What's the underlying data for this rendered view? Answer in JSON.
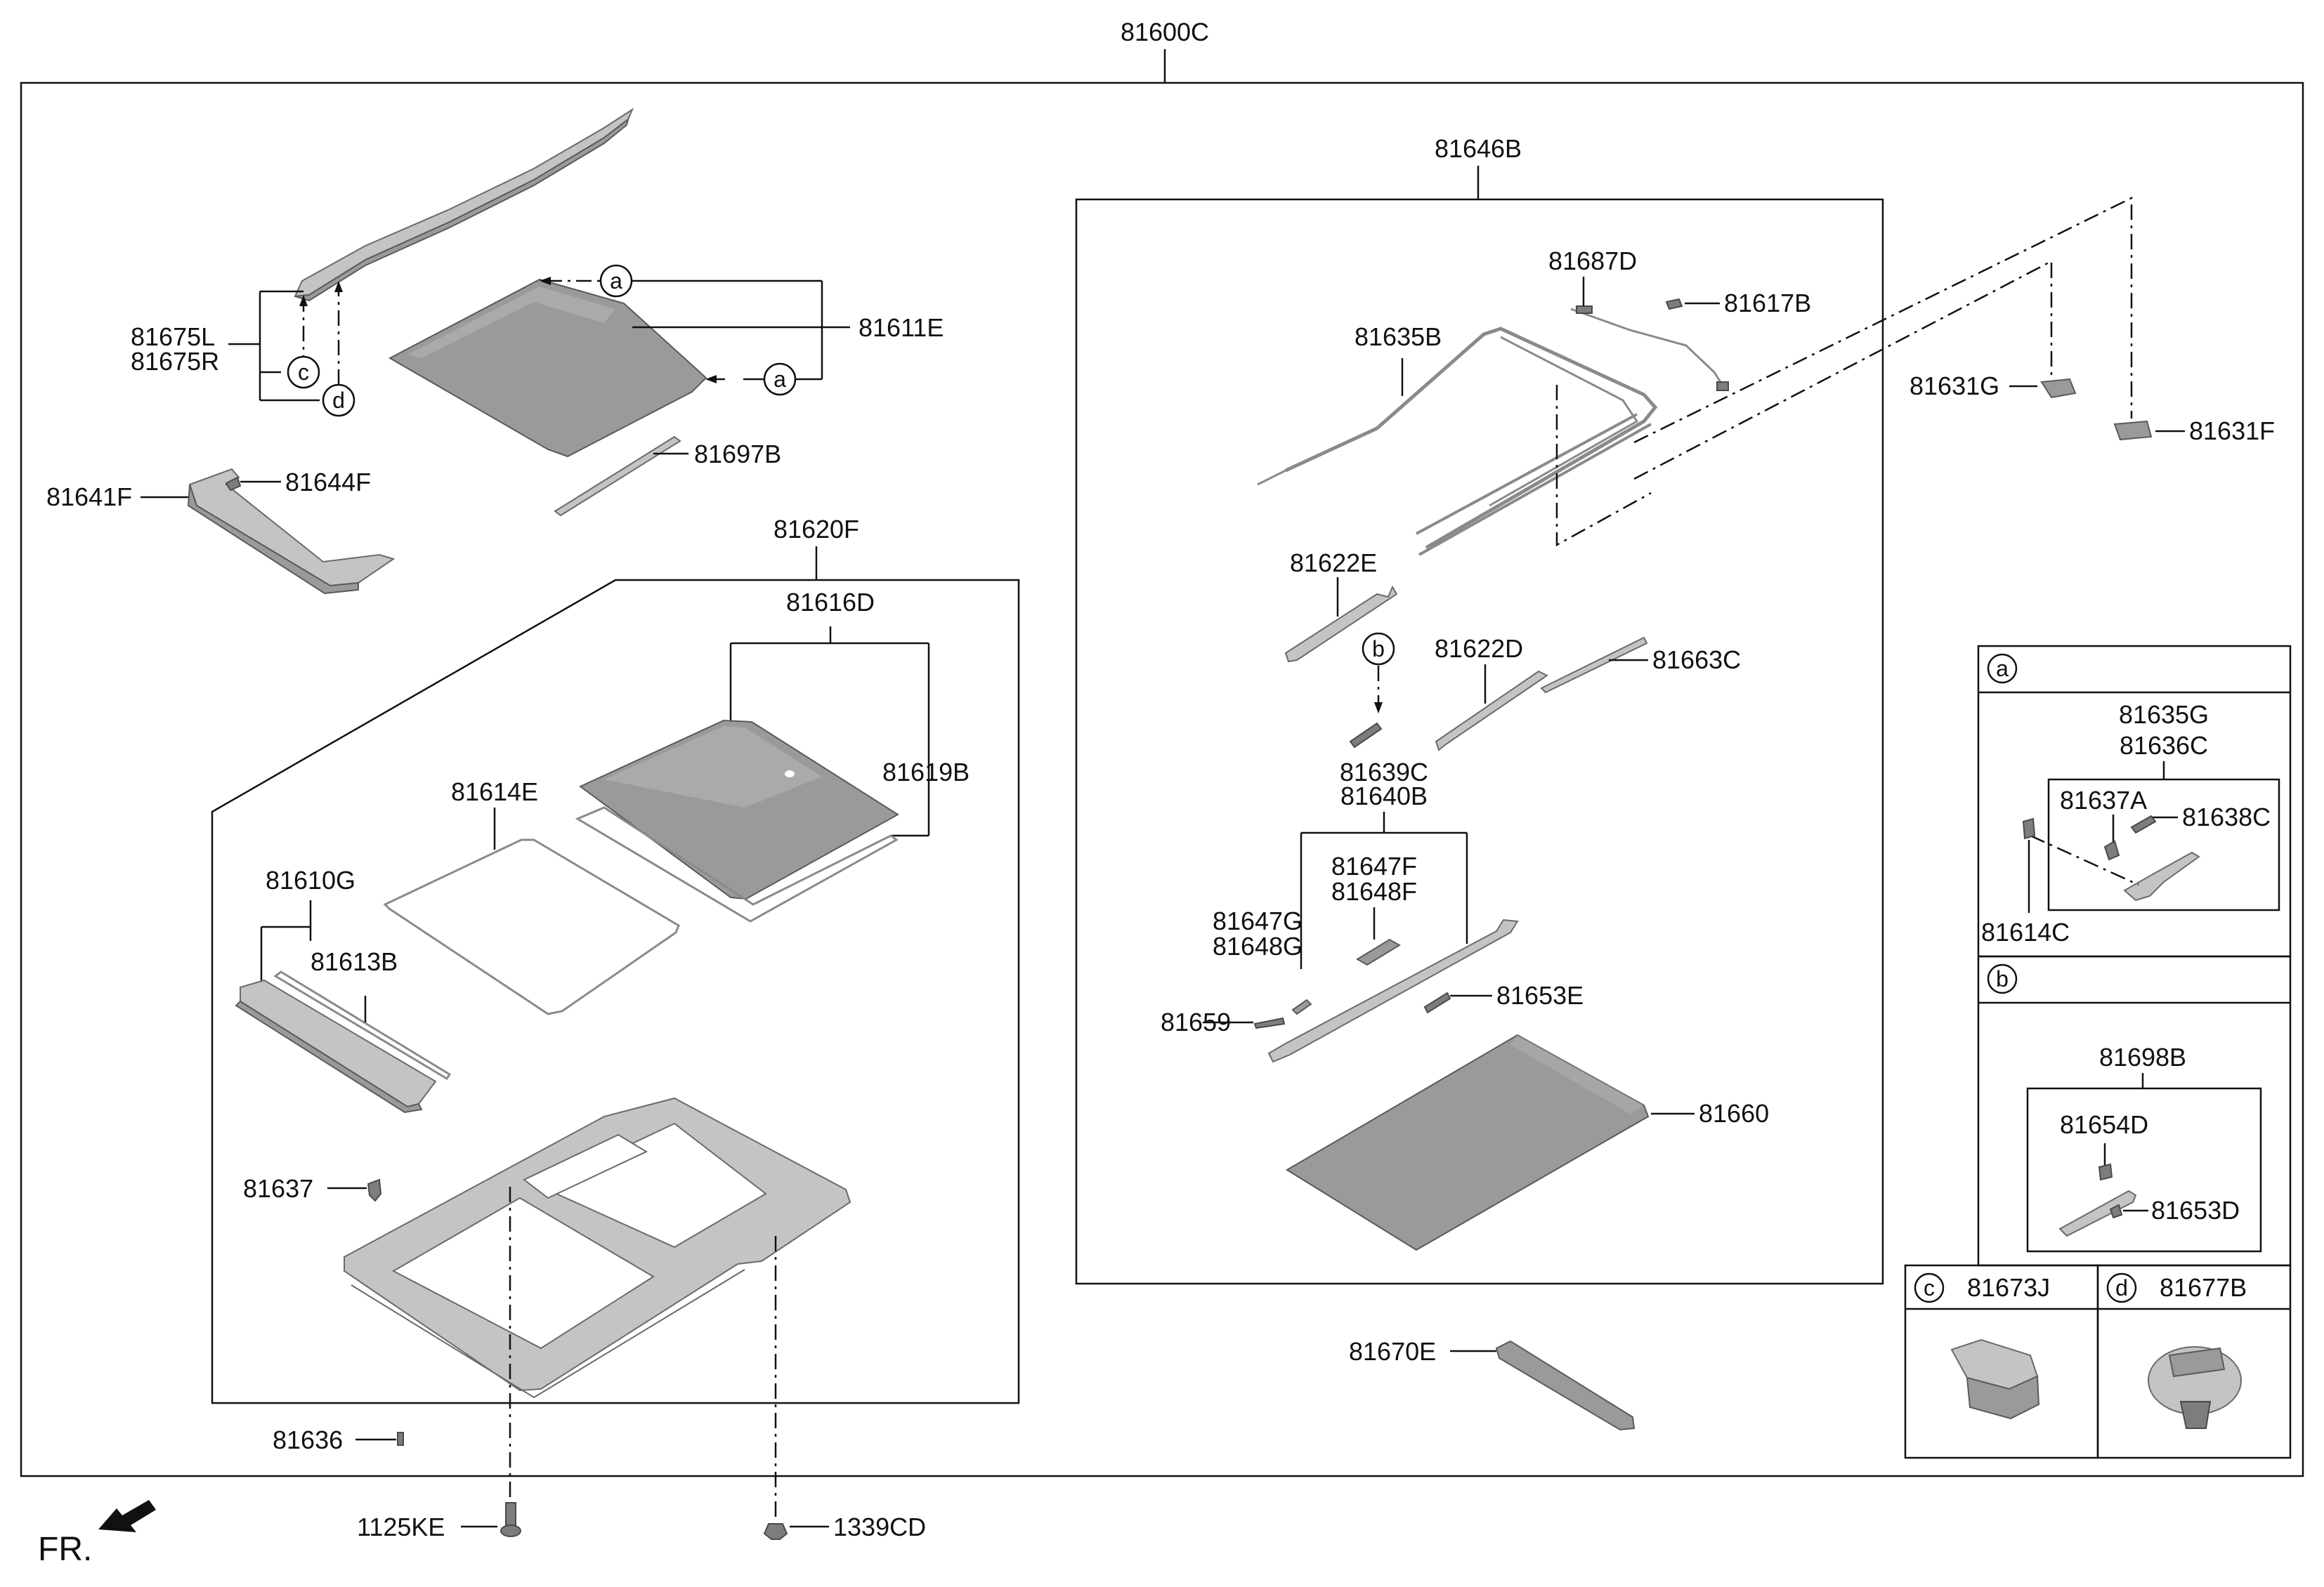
{
  "labels": {
    "top": "81600C",
    "p81646B": "81646B",
    "p81687D": "81687D",
    "p81617B": "81617B",
    "p81635B": "81635B",
    "p81631G": "81631G",
    "p81631F": "81631F",
    "p81675L": "81675L",
    "p81675R": "81675R",
    "p81611E": "81611E",
    "p81697B": "81697B",
    "p81641F": "81641F",
    "p81644F": "81644F",
    "p81620F": "81620F",
    "p81616D": "81616D",
    "p81619B": "81619B",
    "p81614E": "81614E",
    "p81610G": "81610G",
    "p81613B": "81613B",
    "p81637": "81637",
    "p81636": "81636",
    "p1125KE": "1125KE",
    "p1339CD": "1339CD",
    "p81622E": "81622E",
    "p81622D": "81622D",
    "p81663C": "81663C",
    "p81639C": "81639C",
    "p81640B": "81640B",
    "p81647F": "81647F",
    "p81648F": "81648F",
    "p81647G": "81647G",
    "p81648G": "81648G",
    "p81659": "81659",
    "p81653E": "81653E",
    "p81660": "81660",
    "p81670E": "81670E",
    "p81635G": "81635G",
    "p81636C": "81636C",
    "p81637A": "81637A",
    "p81638C": "81638C",
    "p81614C": "81614C",
    "p81698B": "81698B",
    "p81654D": "81654D",
    "p81653D": "81653D",
    "p81673J": "81673J",
    "p81677B": "81677B",
    "front": "FR."
  },
  "callouts": {
    "a": "a",
    "b": "b",
    "c": "c",
    "d": "d"
  }
}
